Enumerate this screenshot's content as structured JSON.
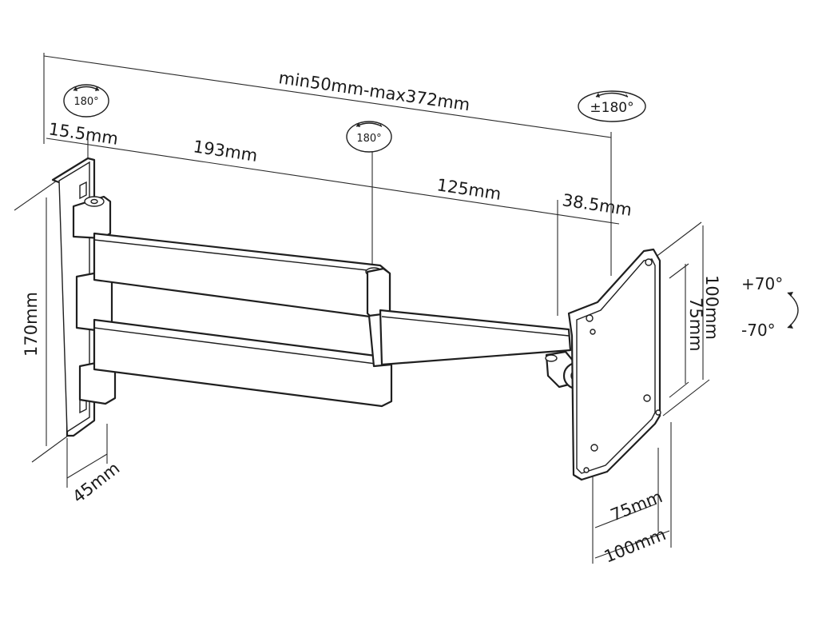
{
  "diagram": {
    "dimensions": {
      "total_reach": "min50mm-max372mm",
      "wall_offset": "15.5mm",
      "arm_one": "193mm",
      "arm_two": "125mm",
      "head_offset": "38.5mm",
      "plate_height": "170mm",
      "plate_depth": "45mm",
      "vesa_h_outer": "100mm",
      "vesa_h_inner": "75mm",
      "vesa_w_inner": "75mm",
      "vesa_w_outer": "100mm"
    },
    "rotations": {
      "wall_swivel": "180°",
      "elbow_swivel": "180°",
      "head_rotation": "±180°",
      "tilt_up": "+70°",
      "tilt_down": "-70°"
    }
  }
}
